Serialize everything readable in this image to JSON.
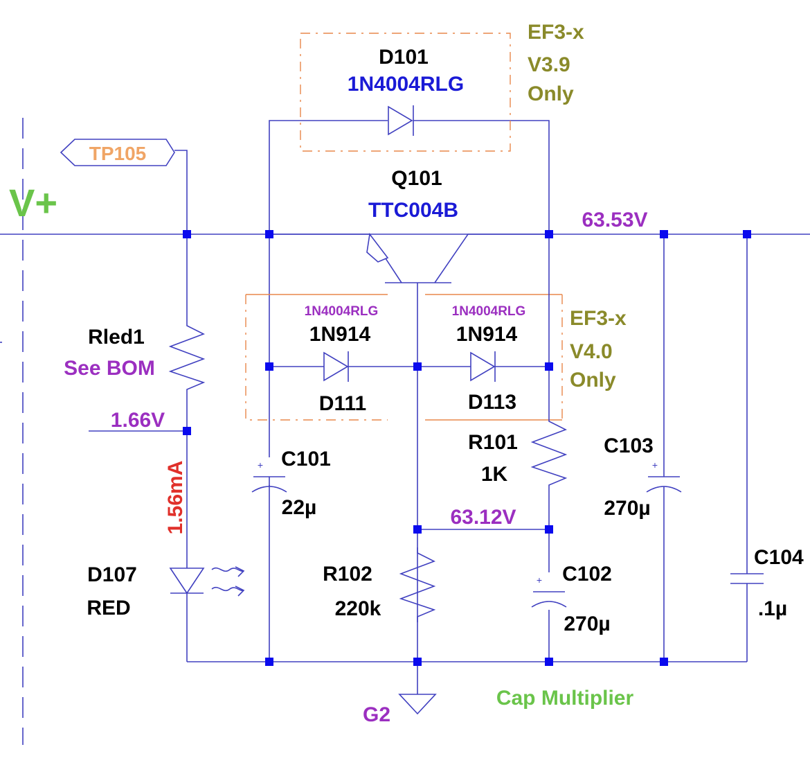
{
  "colors": {
    "wire": "#4040c0",
    "node": "#0a0aee",
    "label": "#000000",
    "part_value": "#1a1ad6",
    "voltage": "#9b2fc0",
    "variant_note": "#8a8a2a",
    "net_name": "#6ac44a",
    "test_point": "#f0a566",
    "current": "#e0302a",
    "variant_box": "#e8874a"
  },
  "rail_label": "V+",
  "test_point": "TP105",
  "variant_notes": {
    "top": {
      "line1": "EF3-x",
      "line2": "V3.9",
      "line3": "Only"
    },
    "mid": {
      "line1": "EF3-x",
      "line2": "V4.0",
      "line3": "Only"
    }
  },
  "components": {
    "d101": {
      "ref": "D101",
      "value": "1N4004RLG"
    },
    "q101": {
      "ref": "Q101",
      "value": "TTC004B"
    },
    "d111": {
      "ref": "D111",
      "value": "1N914",
      "alt": "1N4004RLG"
    },
    "d113": {
      "ref": "D113",
      "value": "1N914",
      "alt": "1N4004RLG"
    },
    "rled1": {
      "ref": "Rled1",
      "value": "See BOM"
    },
    "d107": {
      "ref": "D107",
      "value": "RED"
    },
    "c101": {
      "ref": "C101",
      "value": "22µ"
    },
    "r101": {
      "ref": "R101",
      "value": "1K"
    },
    "c103": {
      "ref": "C103",
      "value": "270µ"
    },
    "r102": {
      "ref": "R102",
      "value": "220k"
    },
    "c102": {
      "ref": "C102",
      "value": "270µ"
    },
    "c104": {
      "ref": "C104",
      "value": ".1µ"
    }
  },
  "measurements": {
    "output_voltage": "63.53V",
    "base_voltage": "63.12V",
    "led_voltage": "1.66V",
    "led_current": "1.56mA"
  },
  "ground_label": "G2",
  "block_title": "Cap Multiplier"
}
